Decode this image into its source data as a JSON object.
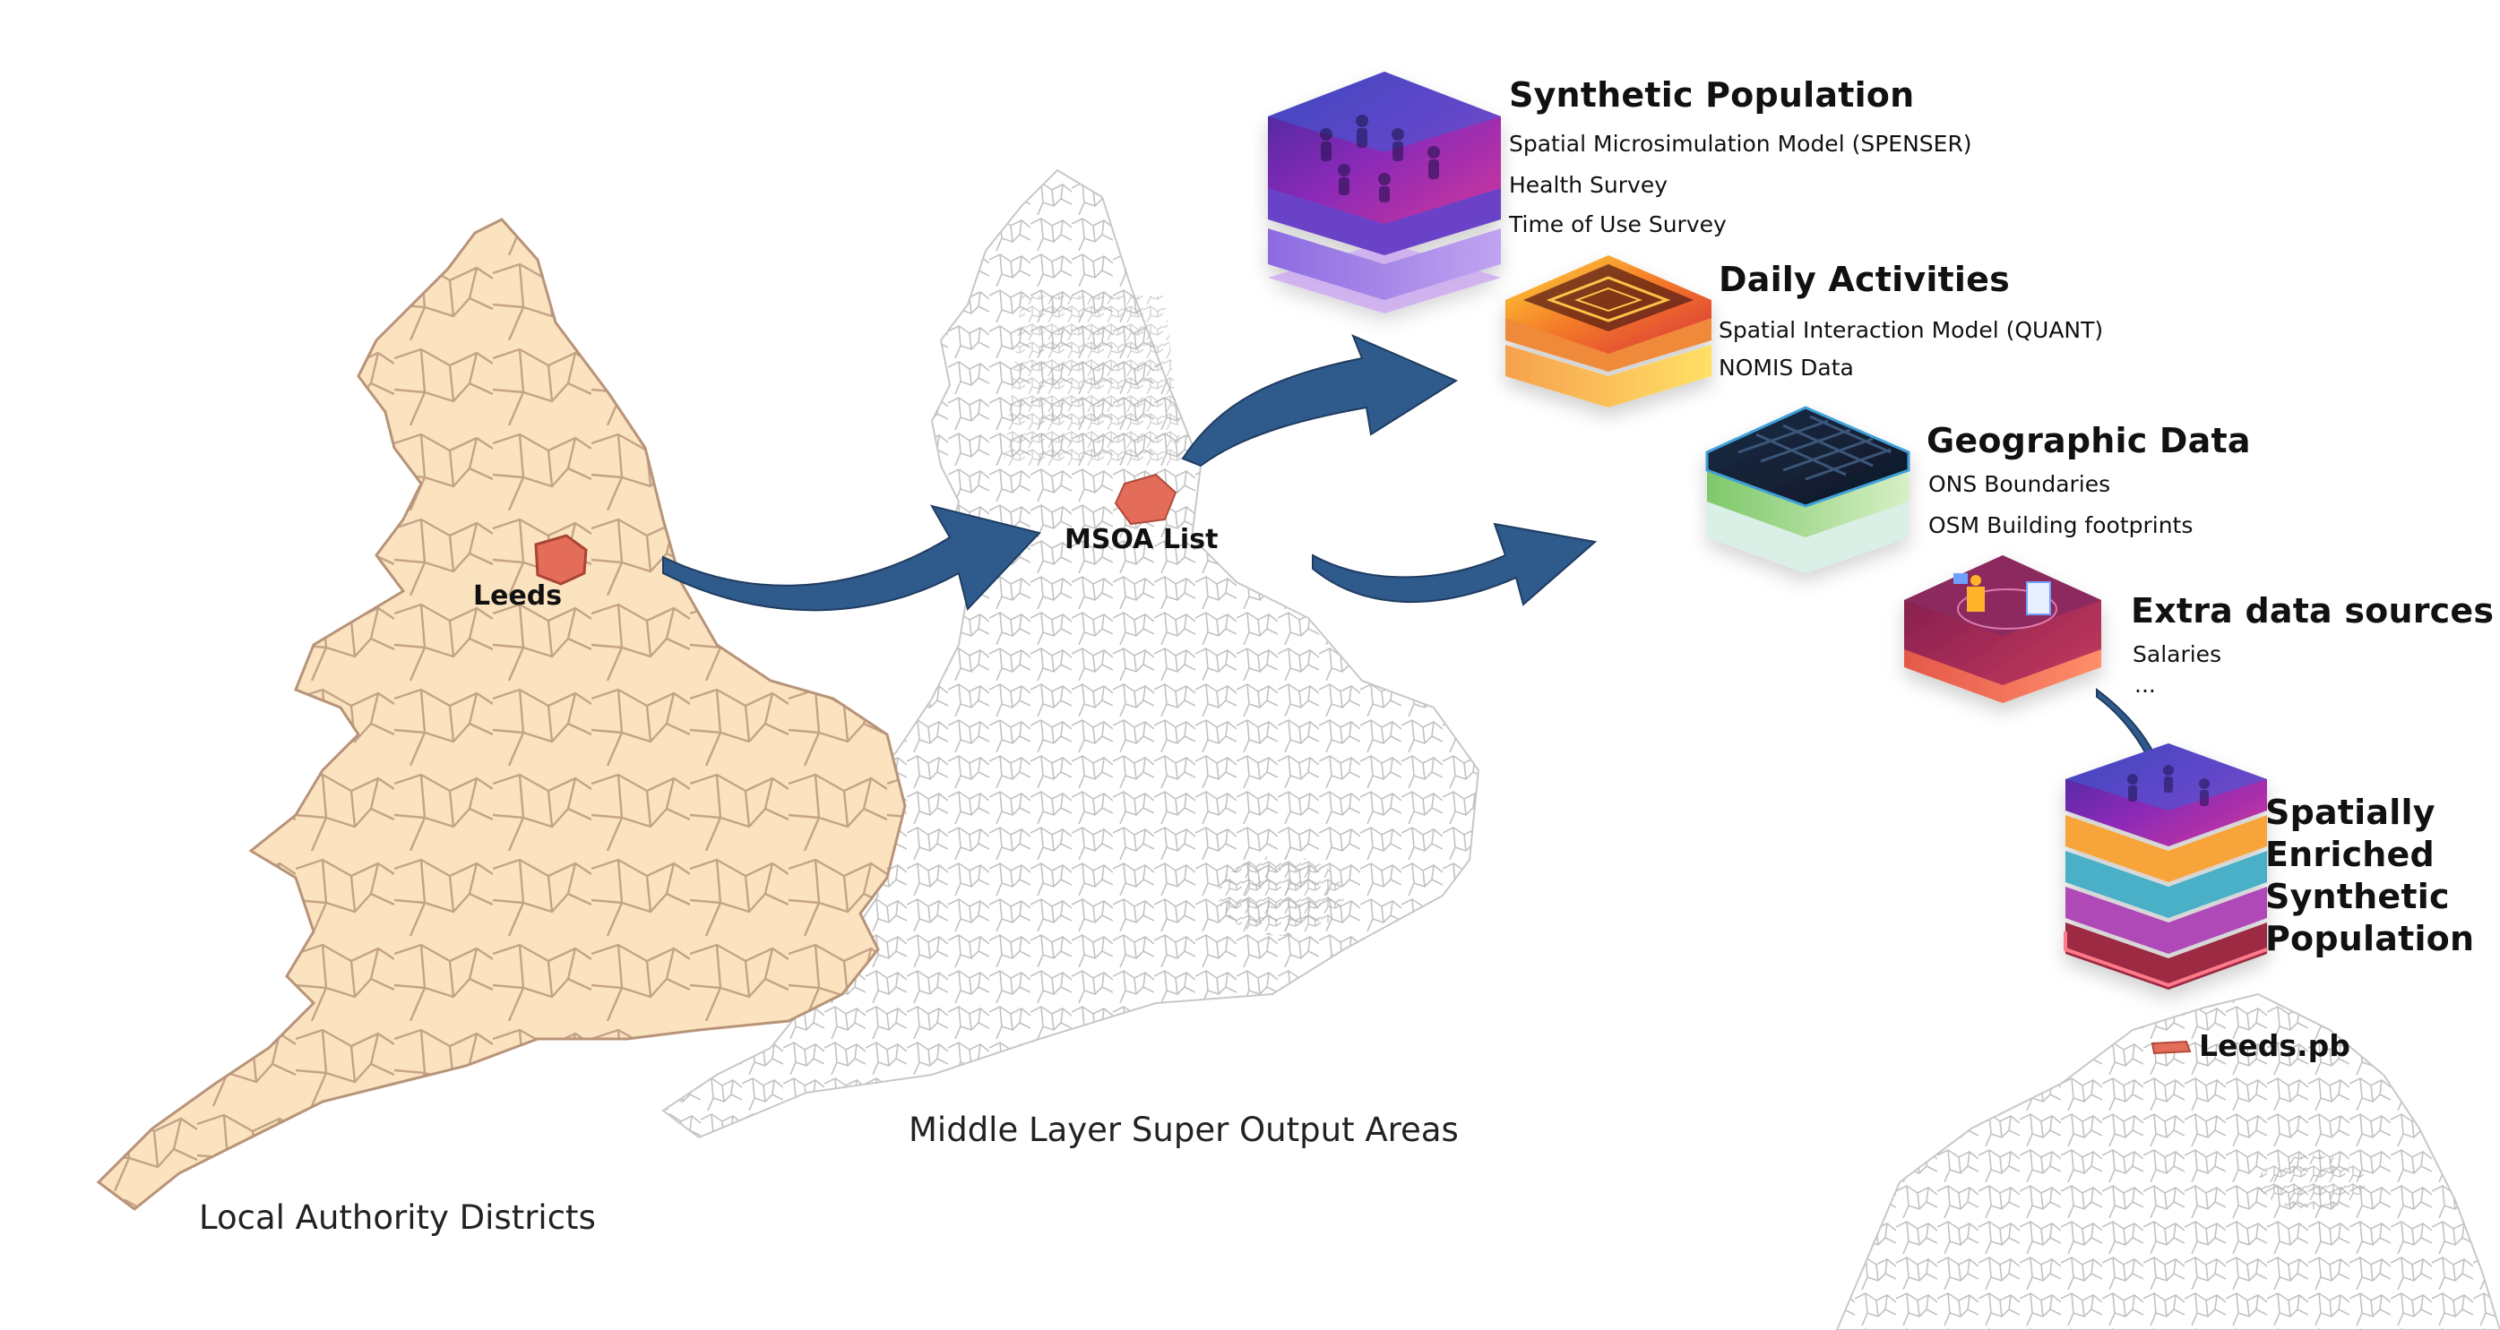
{
  "maps": {
    "lad_label": "Local Authority Districts",
    "msoa_label": "Middle Layer Super Output Areas",
    "leeds_label": "Leeds",
    "msoa_list_label": "MSOA List",
    "output_label": "Leeds.pb"
  },
  "layers": [
    {
      "title": "Synthetic Population",
      "items": [
        "Spatial Microsimulation Model (SPENSER)",
        "Health Survey",
        "Time of Use Survey"
      ]
    },
    {
      "title": "Daily Activities",
      "items": [
        "Spatial Interaction Model (QUANT)",
        "NOMIS Data"
      ]
    },
    {
      "title": "Geographic Data",
      "items": [
        "ONS Boundaries",
        "OSM Building footprints"
      ]
    },
    {
      "title": "Extra data sources",
      "items": [
        "Salaries",
        "..."
      ]
    }
  ],
  "result": {
    "title_lines": [
      "Spatially",
      "Enriched",
      "Synthetic",
      "Population"
    ]
  },
  "colors": {
    "lad_fill": "#fbe3c0",
    "lad_border": "#b89378",
    "leeds_fill": "#e06a55",
    "arrow": "#2f5a8c",
    "msoa_line": "#bdbdbd"
  },
  "icons": [
    "population-layer-icon",
    "activities-layer-icon",
    "geography-layer-icon",
    "extra-sources-layer-icon",
    "enriched-stack-icon",
    "flow-arrow-icon"
  ]
}
